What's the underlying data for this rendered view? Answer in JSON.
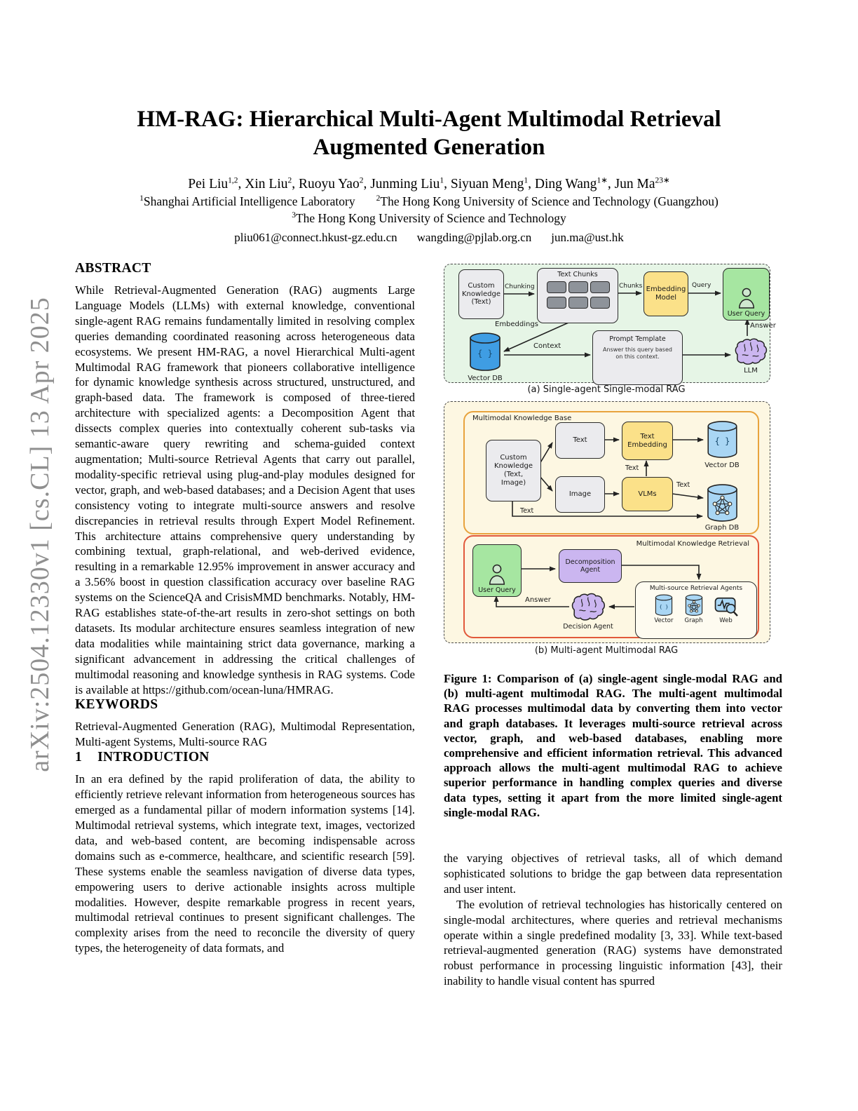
{
  "colors": {
    "panel_a_bg": "#e6f5e6",
    "panel_b_bg": "#fdf7e2",
    "yellow": "#fbe189",
    "green": "#a6e6a1",
    "purple": "#cbb6f0",
    "gray_box": "#ebebee",
    "blue_dark": "#3f9de3",
    "blue_light": "#a9d6f4",
    "kb_border": "#e8a33d",
    "kr_border": "#e2593b"
  },
  "watermark": "arXiv:2504.12330v1  [cs.CL]  13 Apr 2025",
  "header": {
    "title_line1": "HM-RAG: Hierarchical Multi-Agent Multimodal Retrieval",
    "title_line2": "Augmented Generation",
    "authors": [
      {
        "name": "Pei Liu",
        "sup": "1,2"
      },
      {
        "name": "Xin Liu",
        "sup": "2"
      },
      {
        "name": "Ruoyu Yao",
        "sup": "2"
      },
      {
        "name": "Junming Liu",
        "sup": "1"
      },
      {
        "name": "Siyuan Meng",
        "sup": "1"
      },
      {
        "name": "Ding Wang",
        "sup": "1∗"
      },
      {
        "name": "Jun Ma",
        "sup": "23∗"
      }
    ],
    "affiliations_line1": [
      {
        "sup": "1",
        "text": "Shanghai Artificial Intelligence Laboratory"
      },
      {
        "sup": "2",
        "text": "The Hong Kong University of Science and Technology (Guangzhou)"
      }
    ],
    "affiliations_line2": [
      {
        "sup": "3",
        "text": "The Hong Kong University of Science and Technology"
      }
    ],
    "emails": [
      "pliu061@connect.hkust-gz.edu.cn",
      "wangding@pjlab.org.cn",
      "jun.ma@ust.hk"
    ]
  },
  "abstract": {
    "heading": "ABSTRACT",
    "body": "While Retrieval-Augmented Generation (RAG) augments Large Language Models (LLMs) with external knowledge, conventional single-agent RAG remains fundamentally limited in resolving complex queries demanding coordinated reasoning across heterogeneous data ecosystems. We present HM-RAG, a novel Hierarchical Multi-agent Multimodal RAG framework that pioneers collaborative intelligence for dynamic knowledge synthesis across structured, unstructured, and graph-based data. The framework is composed of three-tiered architecture with specialized agents: a Decomposition Agent that dissects complex queries into contextually coherent sub-tasks via semantic-aware query rewriting and schema-guided context augmentation; Multi-source Retrieval Agents that carry out parallel, modality-specific retrieval using plug-and-play modules designed for vector, graph, and web-based databases; and a Decision Agent that uses consistency voting to integrate multi-source answers and resolve discrepancies in retrieval results through Expert Model Refinement. This architecture attains comprehensive query understanding by combining textual, graph-relational, and web-derived evidence, resulting in a remarkable 12.95% improvement in answer accuracy and a 3.56% boost in question classification accuracy over baseline RAG systems on the ScienceQA and CrisisMMD benchmarks. Notably, HM-RAG establishes state-of-the-art results in zero-shot settings on both datasets. Its modular architecture ensures seamless integration of new data modalities while maintaining strict data governance, marking a significant advancement in addressing the critical challenges of multimodal reasoning and knowledge synthesis in RAG systems. Code is available at https://github.com/ocean-luna/HMRAG."
  },
  "keywords": {
    "heading": "KEYWORDS",
    "body": "Retrieval-Augmented Generation (RAG), Multimodal Representation, Multi-agent Systems, Multi-source RAG"
  },
  "introduction": {
    "number": "1",
    "heading": "INTRODUCTION",
    "para1": "In an era defined by the rapid proliferation of data, the ability to efficiently retrieve relevant information from heterogeneous sources has emerged as a fundamental pillar of modern information systems [14]. Multimodal retrieval systems, which integrate text, images, vectorized data, and web-based content, are becoming indispensable across domains such as e-commerce, healthcare, and scientific research [59]. These systems enable the seamless navigation of diverse data types, empowering users to derive actionable insights across multiple modalities. However, despite remarkable progress in recent years, multimodal retrieval continues to present significant challenges. The complexity arises from the need to reconcile the diversity of query types, the heterogeneity of data formats, and"
  },
  "col2": {
    "para1": "the varying objectives of retrieval tasks, all of which demand sophisticated solutions to bridge the gap between data representation and user intent.",
    "para2": "The evolution of retrieval technologies has historically centered on single-modal architectures, where queries and retrieval mechanisms operate within a single predefined modality [3, 33]. While text-based retrieval-augmented generation (RAG) systems have demonstrated robust performance in processing linguistic information [43], their inability to handle visual content has spurred"
  },
  "figure1": {
    "caption": "Figure 1: Comparison of (a) single-agent single-modal RAG and (b) multi-agent multimodal RAG. The multi-agent multimodal RAG processes multimodal data by converting them into vector and graph databases. It leverages multi-source retrieval across vector, graph, and web-based databases, enabling more comprehensive and efficient information retrieval. This advanced approach allows the multi-agent multimodal RAG to achieve superior performance in handling complex queries and diverse data types, setting it apart from the more limited single-agent single-modal RAG.",
    "panel_a": {
      "caption": "(a) Single-agent Single-modal RAG",
      "custom_knowledge": "Custom\nKnowledge\n(Text)",
      "chunking": "Chunking",
      "text_chunks": "Text Chunks",
      "chunks": "Chunks",
      "embedding_model": "Embedding\nModel",
      "query": "Query",
      "user_query": "User Query",
      "embeddings": "Embeddings",
      "vector_db_glyph": "{ }",
      "vector_db": "Vector DB",
      "context": "Context",
      "prompt_template_title": "Prompt Template",
      "prompt_template_body": "Answer this query based\non this context.",
      "llm": "LLM",
      "answer": "Answer"
    },
    "panel_b": {
      "caption": "(b) Multi-agent Multimodal RAG",
      "kb_title": "Multimodal Knowledge Base",
      "custom_knowledge": "Custom\nKnowledge\n(Text,\nImage)",
      "text_box": "Text",
      "image_box": "Image",
      "text_embedding": "Text\nEmbedding",
      "vlms": "VLMs",
      "vector_db_glyph": "{ }",
      "vector_db": "Vector DB",
      "graph_db": "Graph DB",
      "text_label_up": "Text",
      "text_label_mid": "Text",
      "text_label_bottom": "Text",
      "kr_title": "Multimodal Knowledge Retrieval",
      "user_query": "User Query",
      "decomposition_agent": "Decomposition\nAgent",
      "decision_agent": "Decision Agent",
      "answer": "Answer",
      "ms_title": "Multi-source Retrieval Agents",
      "ms_items": [
        "Vector",
        "Graph",
        "Web"
      ]
    }
  }
}
